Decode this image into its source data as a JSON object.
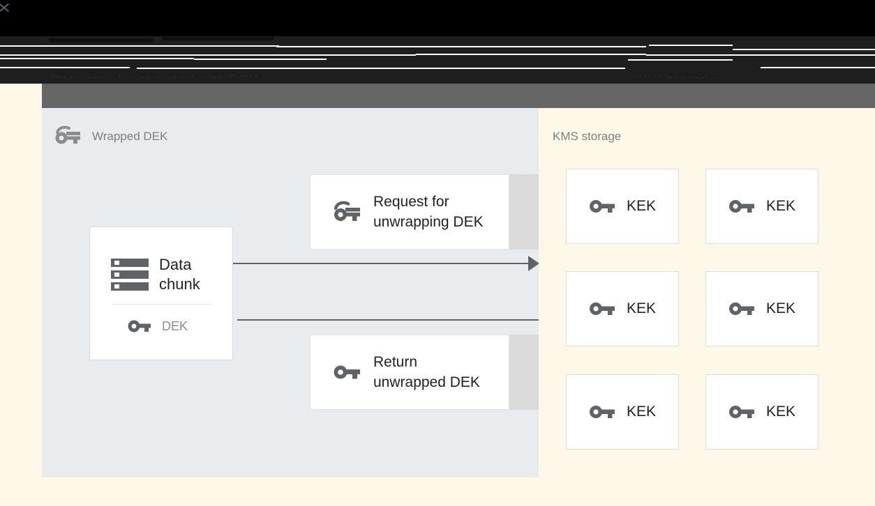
{
  "header": {
    "left_title": "Data chunk encrypted with DEK\nand stored with wrapped DEK",
    "right_title": "KEK stored in\nnever leaves the KMS"
  },
  "colors": {
    "panel_left_bg": "#e8ecef",
    "panel_right_bg": "#fdf8e7",
    "page_bg": "#fdf8e7",
    "band_gray": "#dbdbdb",
    "arrow": "#5f6368",
    "icon_gray": "#5f6368",
    "text_dark": "#202124",
    "text_muted": "#8a8d90",
    "card_border": "#dedede"
  },
  "panel_left": {
    "title": "Wrapped DEK",
    "title_icon": "wrapped-key-icon",
    "data_chunk_card": {
      "icon": "storage-icon",
      "label": "Data\nchunk",
      "dek_icon": "key-icon",
      "dek_label": "DEK"
    },
    "messages": [
      {
        "icon": "wrapped-key-icon",
        "label": "Request for\nunwrapping DEK"
      },
      {
        "icon": "key-icon",
        "label": "Return\nunwrapped DEK"
      }
    ],
    "arrows": [
      {
        "name": "request-arrow",
        "direction": "right"
      },
      {
        "name": "return-arrow",
        "direction": "left"
      }
    ]
  },
  "panel_right": {
    "title": "KMS storage",
    "kek_cards": [
      {
        "icon": "key-icon",
        "label": "KEK"
      },
      {
        "icon": "key-icon",
        "label": "KEK"
      },
      {
        "icon": "key-icon",
        "label": "KEK"
      },
      {
        "icon": "key-icon",
        "label": "KEK"
      },
      {
        "icon": "key-icon",
        "label": "KEK"
      },
      {
        "icon": "key-icon",
        "label": "KEK"
      }
    ]
  }
}
